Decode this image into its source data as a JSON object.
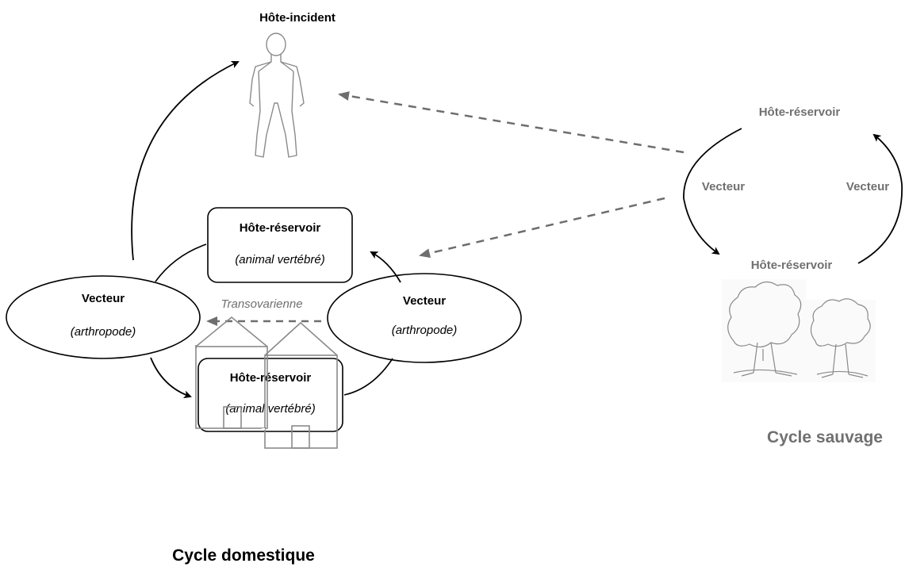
{
  "incident_host": {
    "label": "Hôte-incident"
  },
  "domestic": {
    "vector_left": {
      "title": "Vecteur",
      "subtitle": "(arthropode)"
    },
    "vector_right": {
      "title": "Vecteur",
      "subtitle": "(arthropode)"
    },
    "host_top": {
      "title": "Hôte-réservoir",
      "subtitle": "(animal vertébré)"
    },
    "host_bottom": {
      "title": "Hôte-réservoir",
      "subtitle": "(animal vertébré)"
    },
    "transovarial_label": "Transovarienne",
    "cycle_label": "Cycle domestique"
  },
  "wild": {
    "host_top": "Hôte-réservoir",
    "host_bottom": "Hôte-réservoir",
    "vector_left": "Vecteur",
    "vector_right": "Vecteur",
    "cycle_label": "Cycle sauvage"
  },
  "colors": {
    "black": "#000000",
    "gray_text": "#707070",
    "gray_arrow": "#6e6e6e",
    "gray_lines": "#8a8a8a"
  }
}
